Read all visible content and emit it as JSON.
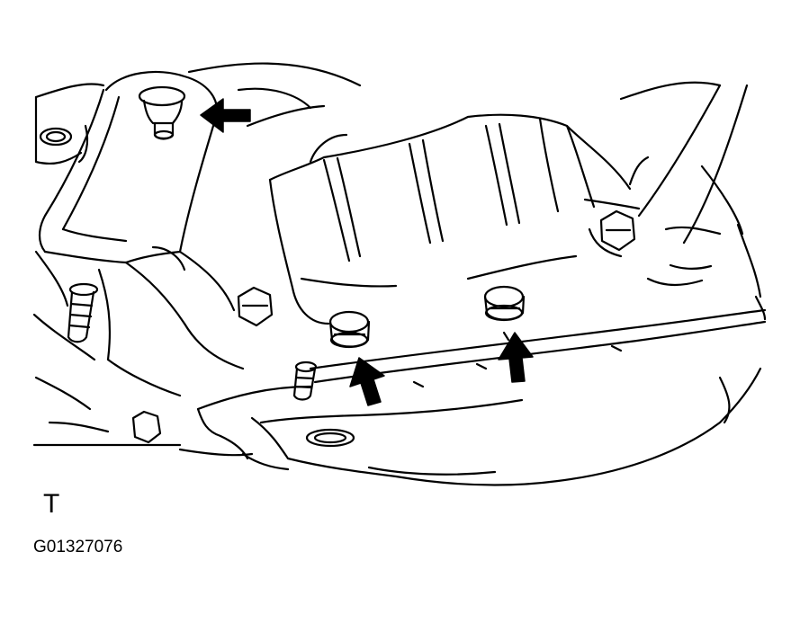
{
  "figure": {
    "view_letter": "T",
    "figure_id": "G01327076"
  },
  "arrows": [
    {
      "name": "upper-bolt-arrow",
      "points_to": "bracket-bolt"
    },
    {
      "name": "middle-bolt-arrow",
      "points_to": "oil-pan-bolt-left"
    },
    {
      "name": "right-bolt-arrow",
      "points_to": "oil-pan-bolt-right"
    }
  ],
  "colors": {
    "line": "#000000",
    "background": "#ffffff"
  }
}
